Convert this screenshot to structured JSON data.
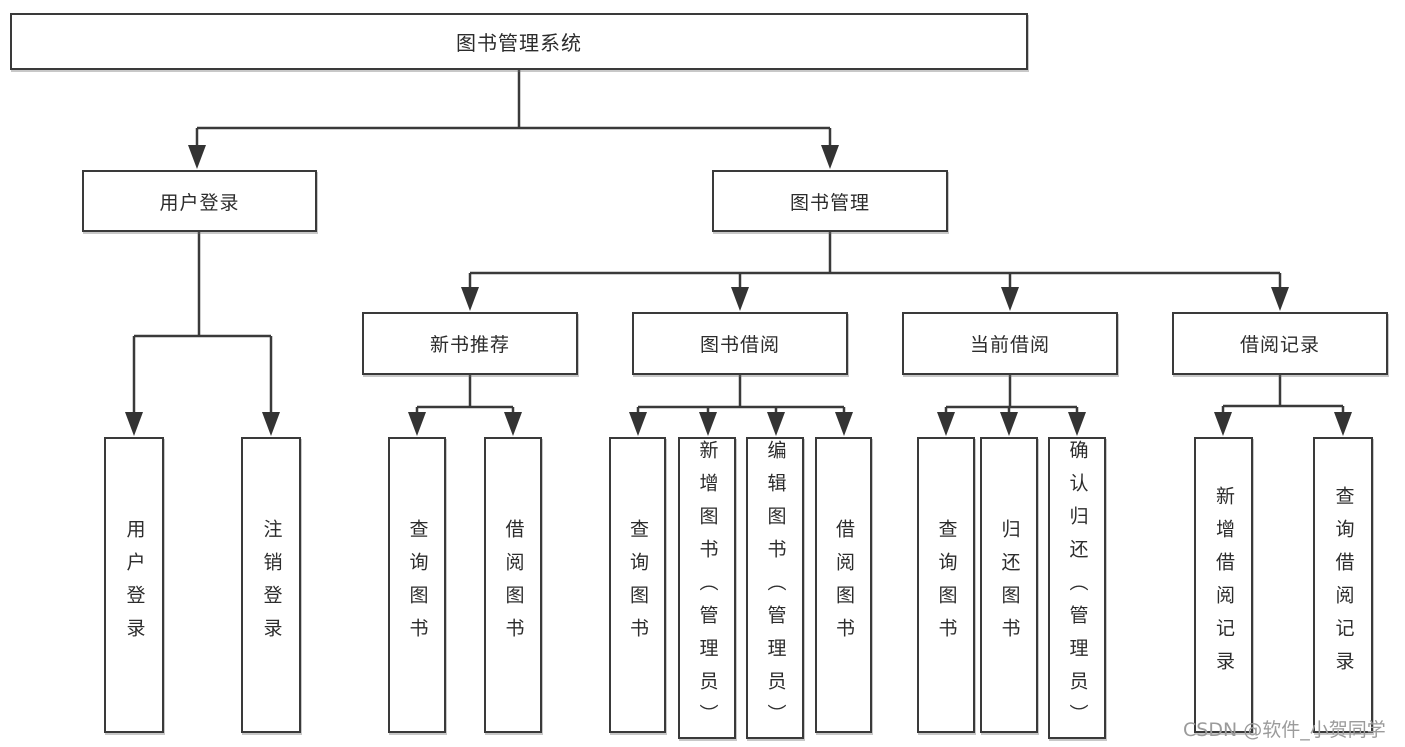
{
  "diagram": {
    "root_label": "图书管理系统",
    "user_login": {
      "label": "用户登录",
      "children": [
        "用户登录",
        "注销登录"
      ]
    },
    "book_mgmt": {
      "label": "图书管理",
      "sections": [
        {
          "label": "新书推荐",
          "children": [
            "查询图书",
            "借阅图书"
          ]
        },
        {
          "label": "图书借阅",
          "children": [
            "查询图书",
            "新增图书（管理员）",
            "编辑图书（管理员）",
            "借阅图书"
          ]
        },
        {
          "label": "当前借阅",
          "children": [
            "查询图书",
            "归还图书",
            "确认归还（管理员）"
          ]
        },
        {
          "label": "借阅记录",
          "children": [
            "新增借阅记录",
            "查询借阅记录"
          ]
        }
      ]
    }
  },
  "watermark": {
    "text": "CSDN @软件_小贺同学"
  },
  "colors": {
    "line": "#3a3a3a",
    "arrow": "#333333",
    "box_border": "#3a3a3a",
    "text": "#2c2c2c",
    "watermark": "#9b9b9b",
    "background": "#ffffff"
  }
}
